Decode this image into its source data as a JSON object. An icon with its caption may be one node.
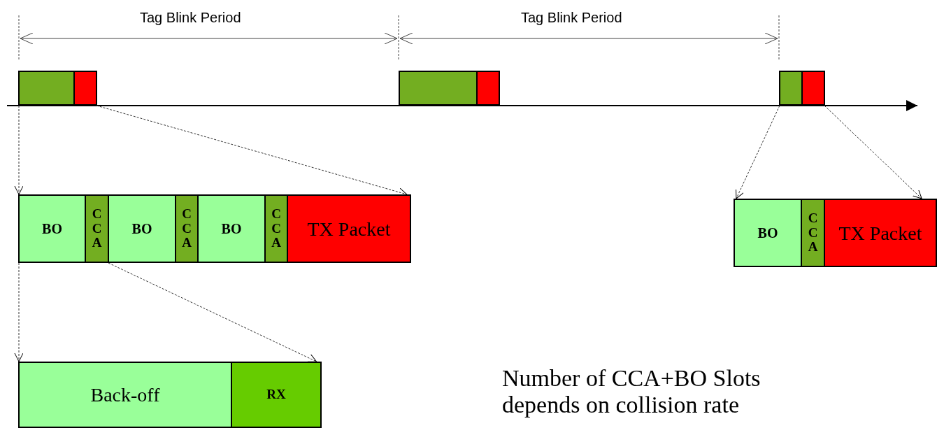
{
  "diagram": {
    "nodes": [
      {
        "text": [],
        "shape": "box"
      },
      {
        "text": [],
        "shape": "box"
      },
      {
        "text": [],
        "shape": "box"
      },
      {
        "text": [],
        "shape": "box"
      },
      {
        "text": [],
        "shape": "box"
      },
      {
        "text": [],
        "shape": "box"
      },
      {
        "text": [
          "BO"
        ]
      },
      {
        "text": [
          "CCA"
        ]
      },
      {
        "text": [
          "BO"
        ]
      },
      {
        "text": [
          "CCA"
        ]
      },
      {
        "text": [
          "BO"
        ]
      },
      {
        "text": [
          "CCA"
        ]
      },
      {
        "text": [
          "TX Packet"
        ]
      },
      {
        "text": [
          "BO"
        ]
      },
      {
        "text": [
          "CCA"
        ]
      },
      {
        "text": [
          "TX Packet"
        ]
      },
      {
        "text": [
          "Back-off"
        ]
      },
      {
        "text": [
          "RX"
        ]
      }
    ],
    "edges": [
      {
        "from": 0,
        "to": 6,
        "arrow": "to",
        "style": "dashed"
      },
      {
        "from": 1,
        "to": 12,
        "arrow": "to",
        "style": "dashed"
      },
      {
        "from": 4,
        "to": 13,
        "arrow": "to",
        "style": "dashed"
      },
      {
        "from": 5,
        "to": 15,
        "arrow": "to",
        "style": "dashed"
      },
      {
        "from": 6,
        "to": 16,
        "arrow": "to",
        "style": "dashed"
      },
      {
        "from": 7,
        "to": 17,
        "arrow": "to",
        "style": "dashed"
      }
    ],
    "labels": [
      "Tag Blink Period",
      "Tag Blink Period",
      "Number of CCA+BO Slots depends on collision rate"
    ]
  }
}
